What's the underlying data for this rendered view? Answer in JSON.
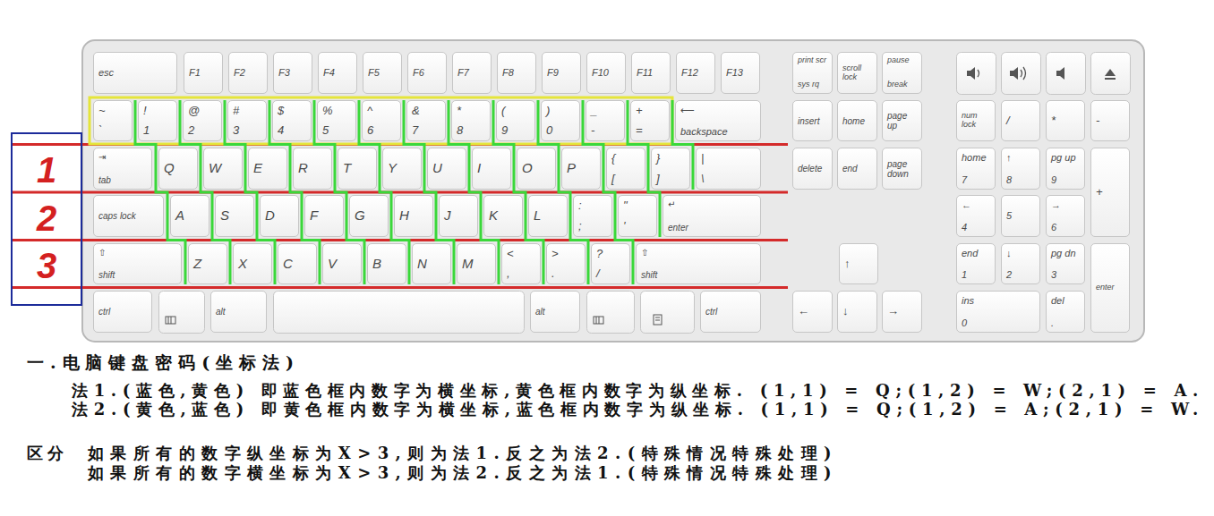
{
  "diagram": {
    "title": "一.电脑键盘密码(坐标法)",
    "nodes": [
      {
        "text": [
          "esc"
        ]
      },
      {
        "text": [
          "F1"
        ]
      },
      {
        "text": [
          "F2"
        ]
      },
      {
        "text": [
          "F3"
        ]
      },
      {
        "text": [
          "F4"
        ]
      },
      {
        "text": [
          "F5"
        ]
      },
      {
        "text": [
          "F6"
        ]
      },
      {
        "text": [
          "F7"
        ]
      },
      {
        "text": [
          "F8"
        ]
      },
      {
        "text": [
          "F9"
        ]
      },
      {
        "text": [
          "F10"
        ]
      },
      {
        "text": [
          "F11"
        ]
      },
      {
        "text": [
          "F12"
        ]
      },
      {
        "text": [
          "F13"
        ]
      },
      {
        "text": [
          "print scr",
          "sys rq"
        ]
      },
      {
        "text": [
          "scroll lock"
        ]
      },
      {
        "text": [
          "pause",
          "break"
        ]
      },
      {
        "text": [
          "~",
          "`"
        ]
      },
      {
        "text": [
          "!",
          "1"
        ]
      },
      {
        "text": [
          "@",
          "2"
        ]
      },
      {
        "text": [
          "#",
          "3"
        ]
      },
      {
        "text": [
          "$",
          "4"
        ]
      },
      {
        "text": [
          "%",
          "5"
        ]
      },
      {
        "text": [
          "^",
          "6"
        ]
      },
      {
        "text": [
          "&",
          "7"
        ]
      },
      {
        "text": [
          "*",
          "8"
        ]
      },
      {
        "text": [
          "(",
          "9"
        ]
      },
      {
        "text": [
          ")",
          "0"
        ]
      },
      {
        "text": [
          "_",
          "-"
        ]
      },
      {
        "text": [
          "+",
          "="
        ]
      },
      {
        "text": [
          "⟵",
          "backspace"
        ]
      },
      {
        "text": [
          "insert"
        ]
      },
      {
        "text": [
          "home"
        ]
      },
      {
        "text": [
          "page up"
        ]
      },
      {
        "text": [
          "num lock"
        ]
      },
      {
        "text": [
          "/"
        ]
      },
      {
        "text": [
          "*"
        ]
      },
      {
        "text": [
          "-"
        ]
      },
      {
        "text": [
          "1",
          "2",
          "3"
        ]
      },
      {
        "text": [
          "⇥",
          "tab"
        ]
      },
      {
        "text": [
          "Q"
        ]
      },
      {
        "text": [
          "W"
        ]
      },
      {
        "text": [
          "E"
        ]
      },
      {
        "text": [
          "R"
        ]
      },
      {
        "text": [
          "T"
        ]
      },
      {
        "text": [
          "Y"
        ]
      },
      {
        "text": [
          "U"
        ]
      },
      {
        "text": [
          "I"
        ]
      },
      {
        "text": [
          "O"
        ]
      },
      {
        "text": [
          "P"
        ]
      },
      {
        "text": [
          "{",
          "["
        ]
      },
      {
        "text": [
          "}",
          "]"
        ]
      },
      {
        "text": [
          "|",
          "\\"
        ]
      },
      {
        "text": [
          "delete"
        ]
      },
      {
        "text": [
          "end"
        ]
      },
      {
        "text": [
          "page down"
        ]
      },
      {
        "text": [
          "home",
          "7"
        ]
      },
      {
        "text": [
          "↑",
          "8"
        ]
      },
      {
        "text": [
          "pg up",
          "9"
        ]
      },
      {
        "text": [
          "+"
        ]
      },
      {
        "text": [
          "caps lock"
        ]
      },
      {
        "text": [
          "A"
        ]
      },
      {
        "text": [
          "S"
        ]
      },
      {
        "text": [
          "D"
        ]
      },
      {
        "text": [
          "F"
        ]
      },
      {
        "text": [
          "G"
        ]
      },
      {
        "text": [
          "H"
        ]
      },
      {
        "text": [
          "J"
        ]
      },
      {
        "text": [
          "K"
        ]
      },
      {
        "text": [
          "L"
        ]
      },
      {
        "text": [
          ":",
          ";"
        ]
      },
      {
        "text": [
          "\"",
          "'"
        ]
      },
      {
        "text": [
          "↵",
          "enter"
        ]
      },
      {
        "text": [
          "←",
          "4"
        ]
      },
      {
        "text": [
          "5"
        ]
      },
      {
        "text": [
          "→",
          "6"
        ]
      },
      {
        "text": [
          "⇧",
          "shift"
        ]
      },
      {
        "text": [
          "Z"
        ]
      },
      {
        "text": [
          "X"
        ]
      },
      {
        "text": [
          "C"
        ]
      },
      {
        "text": [
          "V"
        ]
      },
      {
        "text": [
          "B"
        ]
      },
      {
        "text": [
          "N"
        ]
      },
      {
        "text": [
          "M"
        ]
      },
      {
        "text": [
          "<",
          ","
        ]
      },
      {
        "text": [
          ">",
          "."
        ]
      },
      {
        "text": [
          "?",
          "/"
        ]
      },
      {
        "text": [
          "⇧",
          "shift"
        ]
      },
      {
        "text": [
          "↑"
        ]
      },
      {
        "text": [
          "end",
          "1"
        ]
      },
      {
        "text": [
          "↓",
          "2"
        ]
      },
      {
        "text": [
          "pg dn",
          "3"
        ]
      },
      {
        "text": [
          "enter"
        ]
      },
      {
        "text": [
          "ctrl"
        ]
      },
      {
        "text": [
          "alt"
        ]
      },
      {
        "text": [
          "alt"
        ]
      },
      {
        "text": [
          "ctrl"
        ]
      },
      {
        "text": [
          "←"
        ]
      },
      {
        "text": [
          "↓"
        ]
      },
      {
        "text": [
          "→"
        ]
      },
      {
        "text": [
          "ins",
          "0"
        ]
      },
      {
        "text": [
          "del",
          "."
        ]
      }
    ],
    "labels": [
      "法1.(蓝色,黄色) 即蓝色框内数字为横坐标,黄色框内数字为纵坐标. (1,1) = Q;(1,2) = W;(2,1) = A.",
      "法2.(黄色,蓝色) 即黄色框内数字为横坐标,蓝色框内数字为纵坐标. (1,1) = Q;(1,2) = A;(2,1) = W.",
      "区分",
      "如果所有的数字纵坐标为X>3,则为法1.反之为法2.(特殊情况特殊处理)",
      "如果所有的数字横坐标为X>3,则为法2.反之为法1.(特殊情况特殊处理)"
    ]
  }
}
